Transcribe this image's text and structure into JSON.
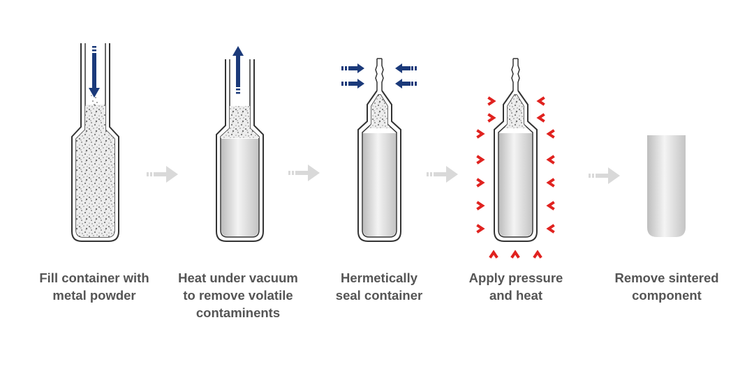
{
  "steps": [
    {
      "caption": [
        "Fill container with",
        "metal powder"
      ]
    },
    {
      "caption": [
        "Heat under vacuum",
        "to remove volatile",
        "contaminents"
      ]
    },
    {
      "caption": [
        "Hermetically",
        "seal container"
      ]
    },
    {
      "caption": [
        "Apply pressure",
        "and heat"
      ]
    },
    {
      "caption": [
        "Remove sintered",
        "component"
      ]
    }
  ],
  "colors": {
    "outline": "#333333",
    "powder": "#8a8a8a",
    "metal": "#d4d4d4",
    "flow_arrow": "#1b3a7a",
    "pressure_arrow": "#e0221f",
    "step_arrow": "#d9d9d9",
    "caption_text": "#555555"
  },
  "icons": [
    "down-arrow-icon",
    "up-arrow-icon",
    "squeeze-arrow-icon",
    "pressure-chevron-icon",
    "step-arrow-icon"
  ]
}
